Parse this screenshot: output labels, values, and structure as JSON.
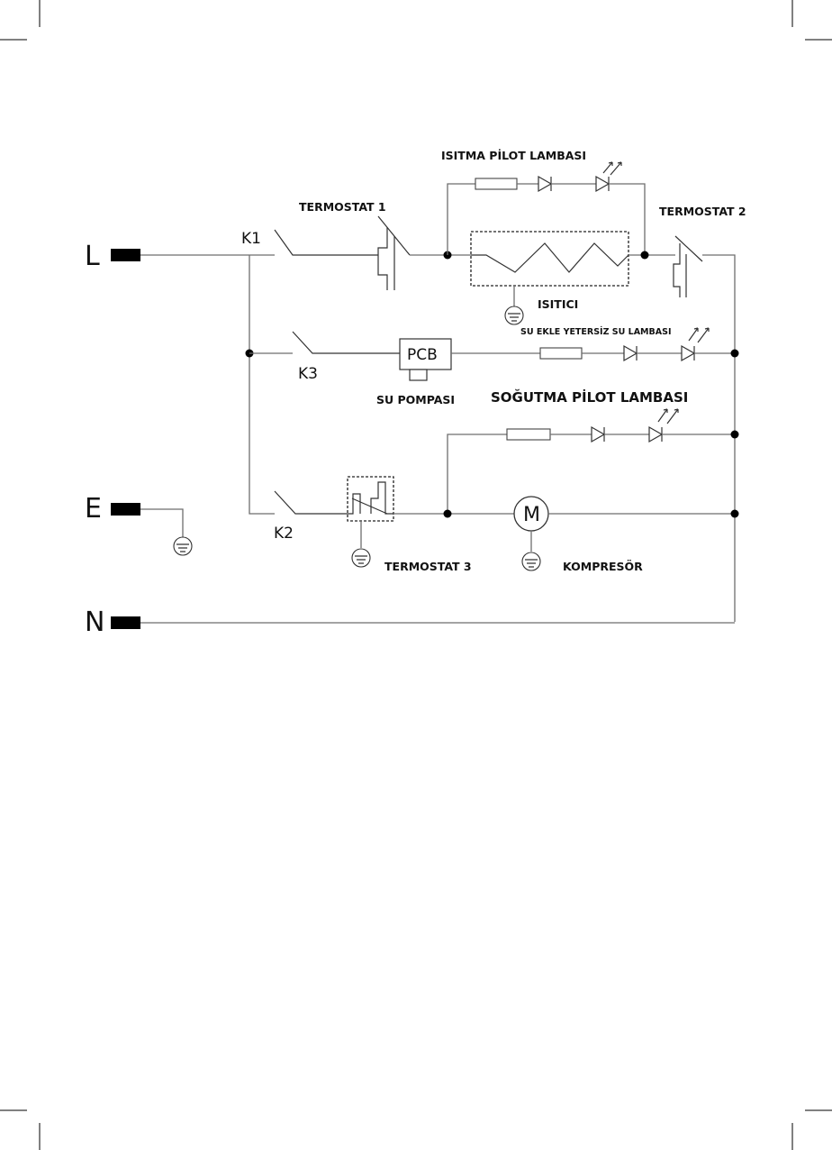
{
  "terminals": {
    "L": "L",
    "E": "E",
    "N": "N"
  },
  "switches": {
    "k1": "K1",
    "k2": "K2",
    "k3": "K3"
  },
  "components": {
    "termostat1": "TERMOSTAT 1",
    "termostat2": "TERMOSTAT 2",
    "termostat3": "TERMOSTAT 3",
    "heater": "ISITICI",
    "heating_lamp": "ISITMA PİLOT LAMBASI",
    "water_lamp": "SU EKLE YETERSİZ SU LAMBASI",
    "cooling_lamp": "SOĞUTMA PİLOT LAMBASI",
    "pcb": "PCB",
    "pump": "SU POMPASI",
    "motor": "M",
    "compressor": "KOMPRESÖR"
  }
}
